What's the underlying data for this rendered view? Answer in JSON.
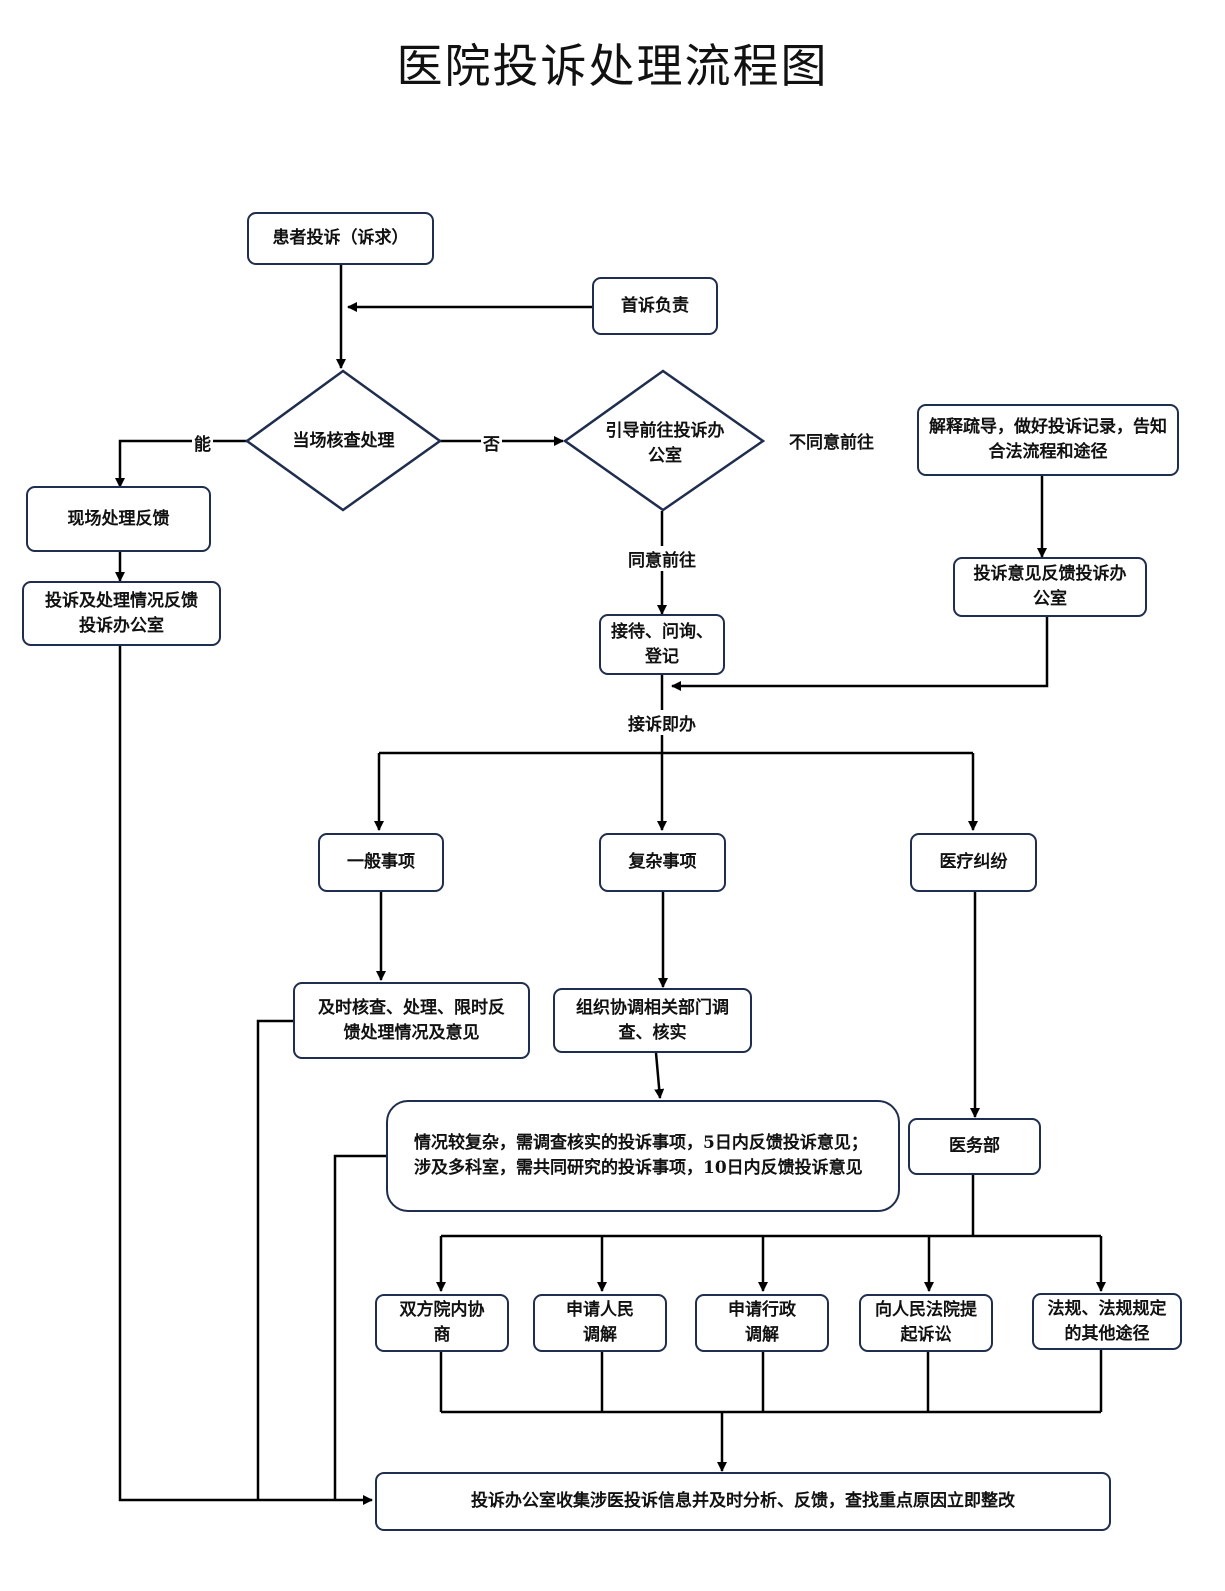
{
  "title": "医院投诉处理流程图",
  "nodes": {
    "patient_complaint": "患者投诉（诉求）",
    "first_responsibility": "首诉负责",
    "onsite_check": "当场核查处理",
    "guide_office": "引导前往投诉办公室",
    "explain_record": "解释疏导，做好投诉记录，告知合法流程和途径",
    "onsite_feedback": "现场处理反馈",
    "report_to_office": "投诉及处理情况反馈投诉办公室",
    "opinion_feedback": "投诉意见反馈投诉办公室",
    "reception": "接待、问询、登记",
    "general_matters": "一般事项",
    "complex_matters": "复杂事项",
    "medical_dispute": "医疗纠纷",
    "timely_check": "及时核查、处理、限时反馈处理情况及意见",
    "organize_departments": "组织协调相关部门调查、核实",
    "complex_note": "情况较复杂，需调查核实的投诉事项，5日内反馈投诉意见；涉及多科室，需共同研究的投诉事项，10日内反馈投诉意见",
    "medical_affairs": "医务部",
    "mutual_negotiation": "双方院内协商",
    "peoples_mediation": "申请人民调解",
    "administrative_mediation": "申请行政调解",
    "court_litigation": "向人民法院提起诉讼",
    "other_legal": "法规、法规规定的其他途径",
    "final_collect": "投诉办公室收集涉医投诉信息并及时分析、反馈，查找重点原因立即整改"
  },
  "edge_labels": {
    "can": "能",
    "no": "否",
    "disagree": "不同意前往",
    "agree": "同意前往",
    "handle_now": "接诉即办"
  }
}
